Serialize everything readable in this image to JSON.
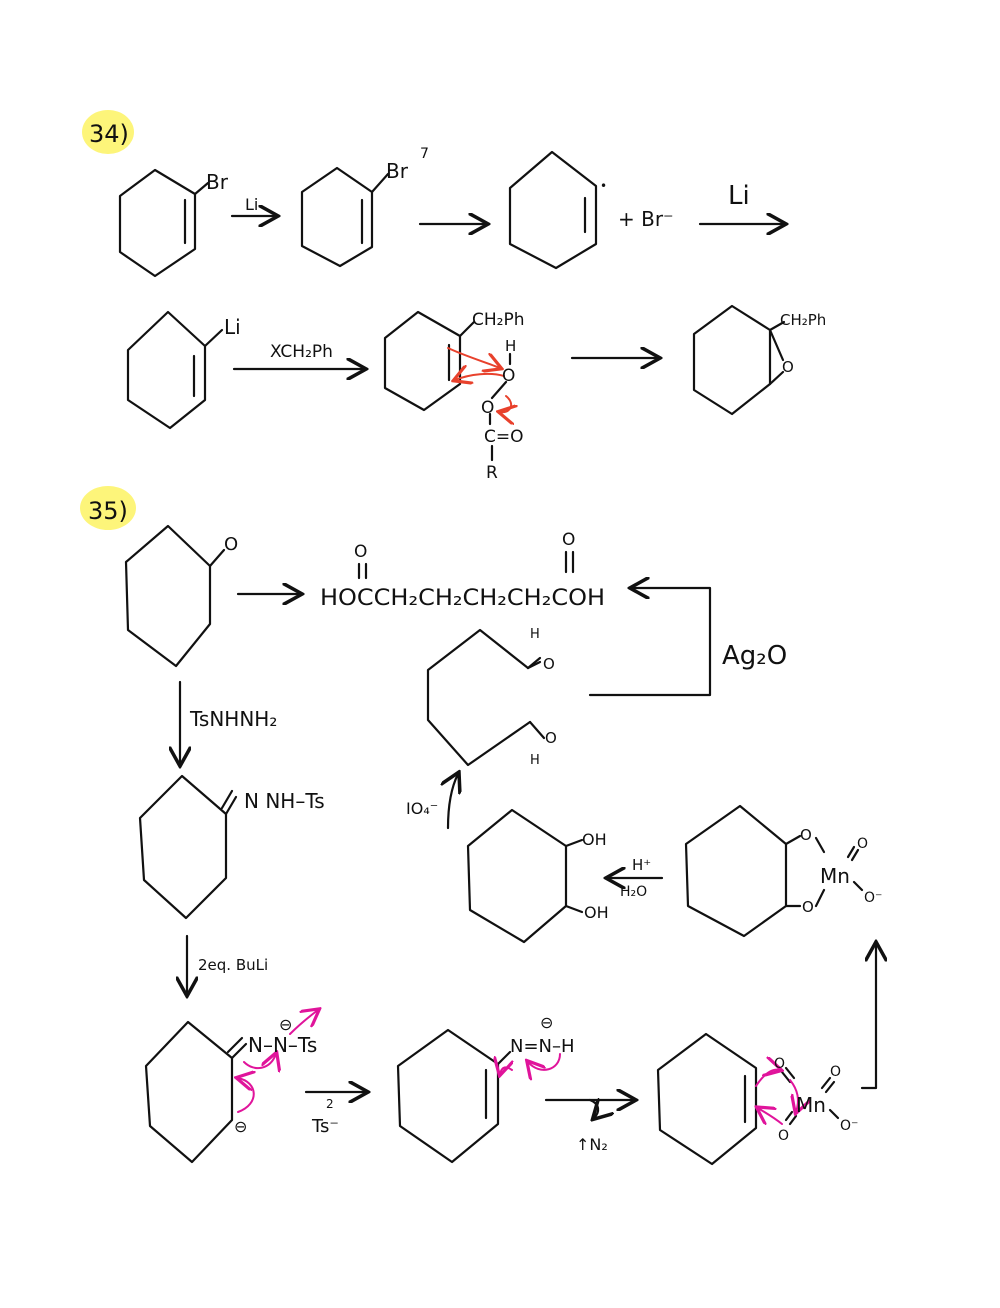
{
  "colors": {
    "highlight": "#fdf57a",
    "ink": "#111111",
    "red_arrow": "#e8412c",
    "magenta_arrow": "#e0149b"
  },
  "problem34": {
    "number": "34)",
    "sm_substituent": "Br",
    "reagent_li": "Li",
    "radical_anion_sub": "Br",
    "radical_anion_charge": "7̄",
    "radical_dot": "•",
    "plus_bromide": "+ Br⁻",
    "reagent_li2": "Li",
    "vinyl_li": "Li",
    "reagent_alkyl": "XCH₂Ph",
    "peracid_sub": "CH₂Ph",
    "peracid_h": "H",
    "peracid_o1": "O",
    "peracid_o2": "O",
    "peracid_carbonyl": "C=O",
    "peracid_r": "R",
    "epoxide_sub": "CH₂Ph",
    "epoxide_o": "O"
  },
  "problem35": {
    "number": "35)",
    "ketone_o": "O",
    "diacid": "HOCCH₂CH₂CH₂CH₂COH",
    "diacid_o_left": "O",
    "diacid_o_right": "O",
    "ag2o": "Ag₂O",
    "aldehyde_h1": "H",
    "aldehyde_o1": "O",
    "aldehyde_h2": "H",
    "aldehyde_o2": "O",
    "tsnhnh2": "TsNHNH₂",
    "hydrazone": "N NH–Ts",
    "periodate": "IO₄⁻",
    "diol_oh1": "OH",
    "diol_oh2": "OH",
    "acid_h": "H⁺",
    "acid_h2o": "H₂O",
    "mn_ester_o1": "O",
    "mn_ester_o2": "O",
    "mn_ester_mn": "Mn",
    "mn_ester_o3": "O",
    "mn_ester_ominus": "O⁻",
    "buli": "2eq. BuLi",
    "dianion_group": "N–N–Ts",
    "dianion_neg_top": "⊖",
    "dianion_neg_ring": "⊖",
    "minus_ts": "Ts⁻",
    "minus_ts_sub": "2",
    "diazene": "N=N–H",
    "diazene_neg": "⊖",
    "minus_n2": "↑N₂",
    "mno4_o1": "O",
    "mno4_o2": "O",
    "mno4_mn": "Mn",
    "mno4_o3": "O",
    "mno4_ominus": "O⁻"
  }
}
